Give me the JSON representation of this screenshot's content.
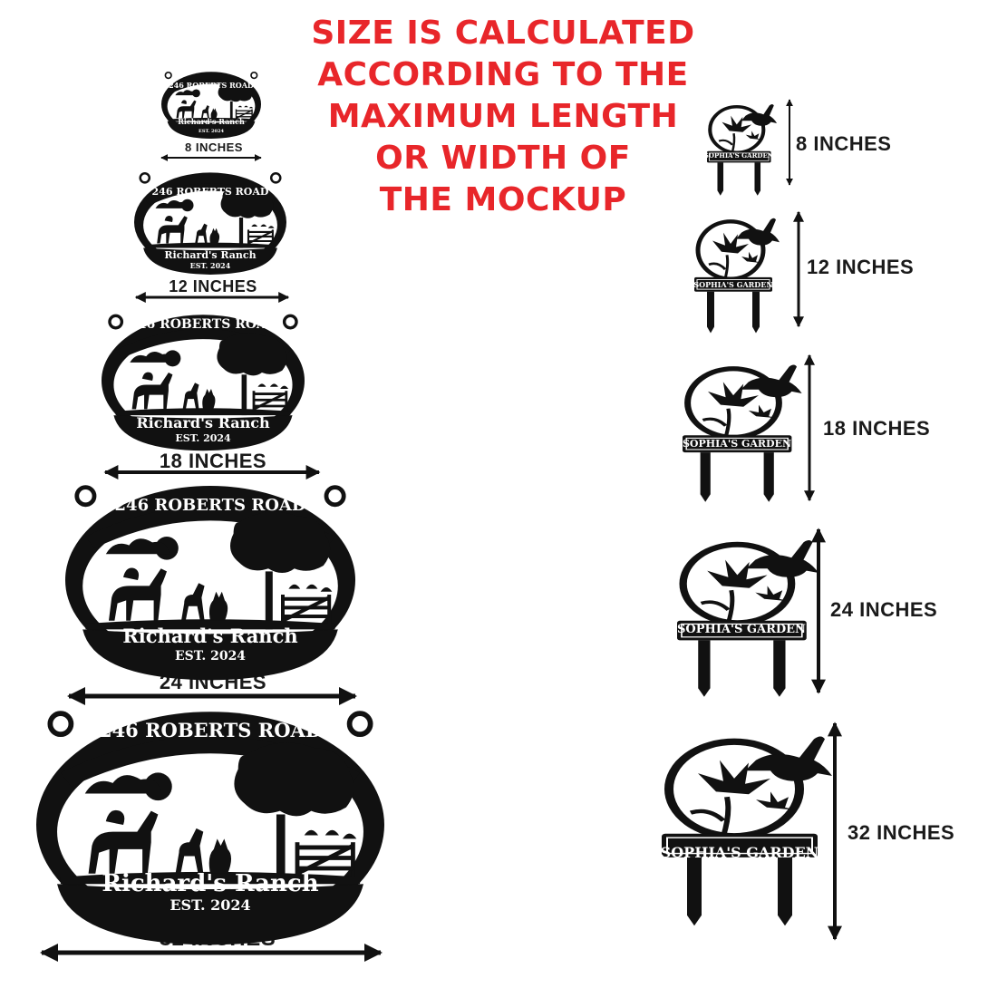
{
  "headline": {
    "lines": [
      "SIZE IS CALCULATED",
      "ACCORDING TO THE",
      "MAXIMUM LENGTH",
      "OR WIDTH OF",
      "THE MOCKUP"
    ],
    "color": "#e8262a"
  },
  "ranch_sign": {
    "road": "246 ROBERTS ROAD",
    "name": "Richard's Ranch",
    "established": "EST. 2024",
    "color": "#111111",
    "sizes": [
      "8 INCHES",
      "12 INCHES",
      "18 INCHES",
      "24 INCHES",
      "32 INCHES"
    ]
  },
  "garden_stake": {
    "name": "SOPHIA'S GARDEN",
    "color": "#111111",
    "sizes": [
      "8 INCHES",
      "12 INCHES",
      "18 INCHES",
      "24 INCHES",
      "32 INCHES"
    ]
  },
  "icons": {
    "arrow": "double-headed-arrow-icon",
    "horse": "horse-icon",
    "tree": "tree-icon",
    "hummingbird": "hummingbird-icon",
    "lily": "lily-icon"
  }
}
